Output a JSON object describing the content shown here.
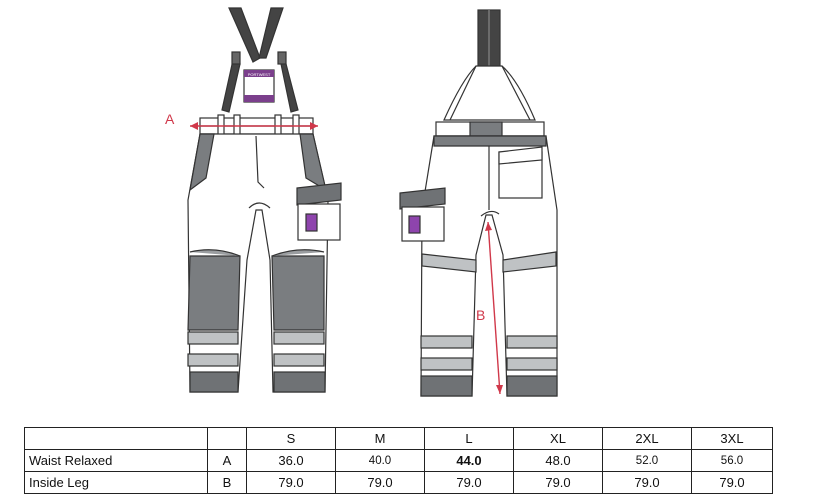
{
  "labels": {
    "a": "A",
    "b": "B"
  },
  "brand_label": {
    "text": "PORTWEST"
  },
  "colors": {
    "measure": "#d0384a",
    "outline": "#333333",
    "panel": "#7a7d80",
    "pocket_tab": "#8e44ad"
  },
  "table": {
    "headers": [
      "",
      "",
      "S",
      "M",
      "L",
      "XL",
      "2XL",
      "3XL"
    ],
    "rows": [
      {
        "name": "Waist Relaxed",
        "code": "A",
        "values": [
          "36.0",
          "40.0",
          "44.0",
          "48.0",
          "52.0",
          "56.0"
        ]
      },
      {
        "name": "Inside Leg",
        "code": "B",
        "values": [
          "79.0",
          "79.0",
          "79.0",
          "79.0",
          "79.0",
          "79.0"
        ]
      }
    ]
  }
}
